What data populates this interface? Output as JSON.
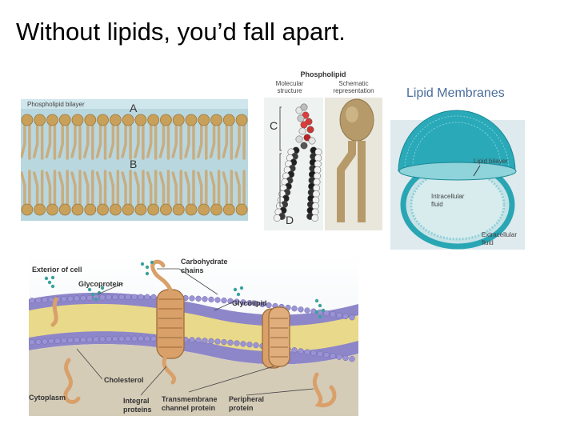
{
  "slide": {
    "title": "Without lipids, you’d fall apart."
  },
  "bilayer_panel": {
    "caption": "Phospholipid bilayer",
    "letter_a": "A",
    "letter_b": "B"
  },
  "phospholipid_panel": {
    "title": "Phospholipid",
    "col_molecular": [
      "Molecular",
      "structure"
    ],
    "col_schematic": [
      "Schematic",
      "representation"
    ],
    "letter_c": "C",
    "letter_d": "D"
  },
  "vesicle_panel": {
    "title": "Lipid Membranes",
    "label_bilayer": "Lipid bilayer",
    "label_intracellular": [
      "Intracellular",
      "fluid"
    ],
    "label_extracellular": [
      "Extracellular",
      "fluid"
    ]
  },
  "membrane_panel": {
    "labels": {
      "exterior": "Exterior of cell",
      "carbohydrate": [
        "Carbohydrate",
        "chains"
      ],
      "glycoprotein": "Glycoprotein",
      "glycolipid": "Glycolipid",
      "cholesterol": "Cholesterol",
      "cytoplasm": "Cytoplasm",
      "integral": [
        "Integral",
        "proteins"
      ],
      "transmembrane": [
        "Transmembrane",
        "channel protein"
      ],
      "peripheral": [
        "Peripheral",
        "protein"
      ]
    }
  },
  "colors": {
    "head": "#c9a05a",
    "tail": "#c8ad80",
    "bilayer_bg": "#b9d7df",
    "vesicle": "#2aa9b8",
    "protein": "#d9a06a",
    "membrane_purple": "#8d86c9",
    "membrane_yellow": "#e9d98a"
  }
}
